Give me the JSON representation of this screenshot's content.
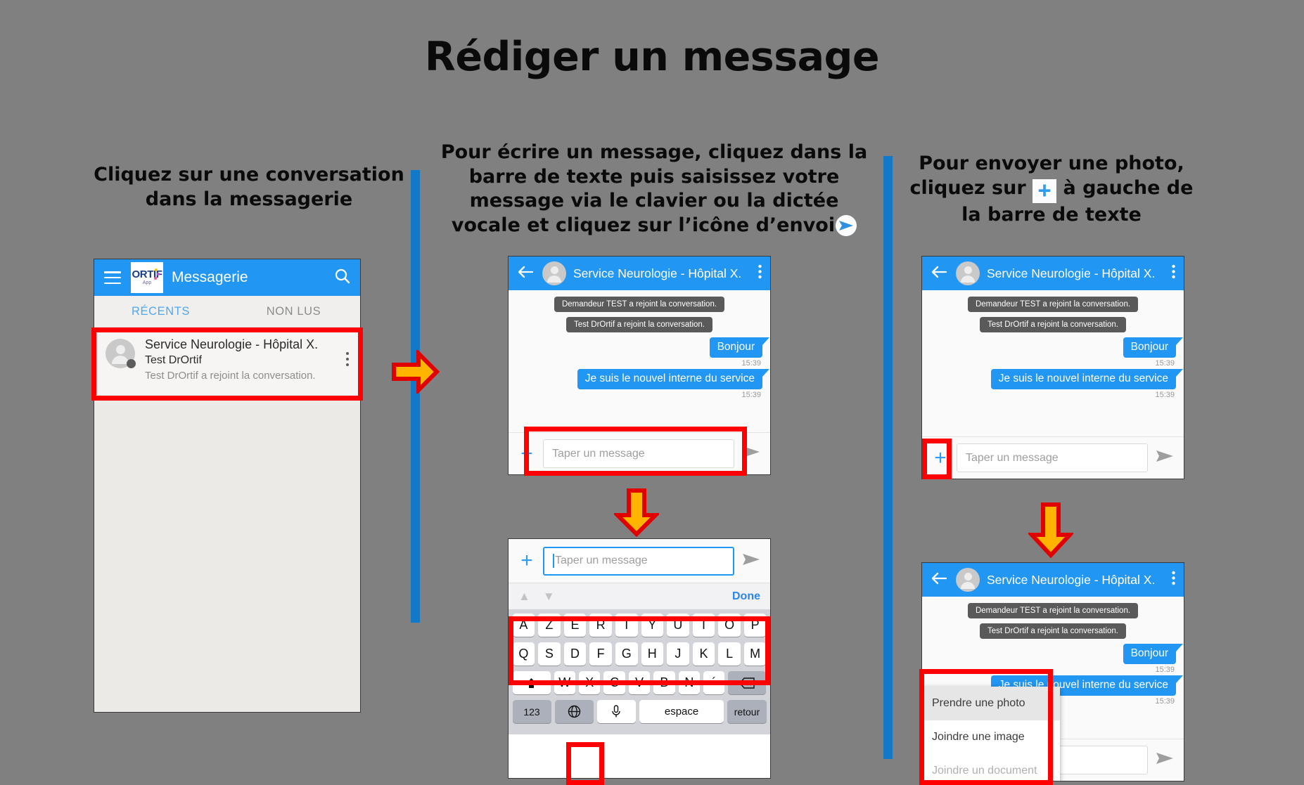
{
  "slide": {
    "title": "Rédiger un message"
  },
  "columns": {
    "left": {
      "heading": "Cliquez sur une conversation dans la messagerie"
    },
    "middle": {
      "heading_part1": "Pour écrire un message, cliquez dans la barre de texte puis saisissez votre message via le clavier ou la dictée vocale et cliquez sur l’icône d’envoi"
    },
    "right": {
      "heading_part1": "Pour envoyer une photo, cliquez sur",
      "heading_part2": "à gauche de la barre de texte"
    }
  },
  "messaging_app": {
    "appbar_title": "Messagerie",
    "logo_word": "ORTIF",
    "logo_sub": "App",
    "tabs": [
      {
        "label": "RÉCENTS",
        "state": "active"
      },
      {
        "label": "NON LUS",
        "state": "inactive"
      }
    ],
    "conversation": {
      "title": "Service Neurologie - Hôpital X.",
      "subtitle": "Test DrOrtif",
      "snippet": "Test DrOrtif a rejoint la conversation."
    }
  },
  "chat": {
    "title": "Service Neurologie - Hôpital X.",
    "system_messages": [
      "Demandeur TEST a rejoint la conversation.",
      "Test DrOrtif a rejoint la conversation."
    ],
    "messages": [
      {
        "text": "Bonjour",
        "time": "15:39",
        "direction": "out"
      },
      {
        "text": "Je suis le nouvel interne du service",
        "time": "15:39",
        "direction": "out"
      }
    ],
    "composer": {
      "placeholder": "Taper un message",
      "plus_label": "+",
      "send_icon": "send-icon"
    }
  },
  "keyboard": {
    "accessory": {
      "prev_icon": "chevron-up-icon",
      "next_icon": "chevron-down-icon",
      "done_label": "Done"
    },
    "row1": [
      "A",
      "Z",
      "E",
      "R",
      "T",
      "Y",
      "U",
      "I",
      "O",
      "P"
    ],
    "row2": [
      "Q",
      "S",
      "D",
      "F",
      "G",
      "H",
      "J",
      "K",
      "L",
      "M"
    ],
    "row3": [
      "W",
      "X",
      "C",
      "V",
      "B",
      "N",
      "´"
    ],
    "shift_label": "shift-icon",
    "backspace_label": "backspace-icon",
    "numeric_label": "123",
    "globe_label": "globe-icon",
    "mic_label": "mic-icon",
    "space_label": "espace",
    "return_label": "retour"
  },
  "attach_menu": {
    "items": [
      {
        "label": "Prendre une photo",
        "state": "highlighted"
      },
      {
        "label": "Joindre une image",
        "state": "normal"
      },
      {
        "label": "Joindre un document",
        "state": "disabled"
      }
    ]
  },
  "colors": {
    "brand_blue": "#2196f3",
    "divider_blue": "#1279c6",
    "highlight_red": "#ff0000",
    "arrow_orange": "#ffb400",
    "arrow_border": "#e00000",
    "background_gray": "#808080"
  }
}
